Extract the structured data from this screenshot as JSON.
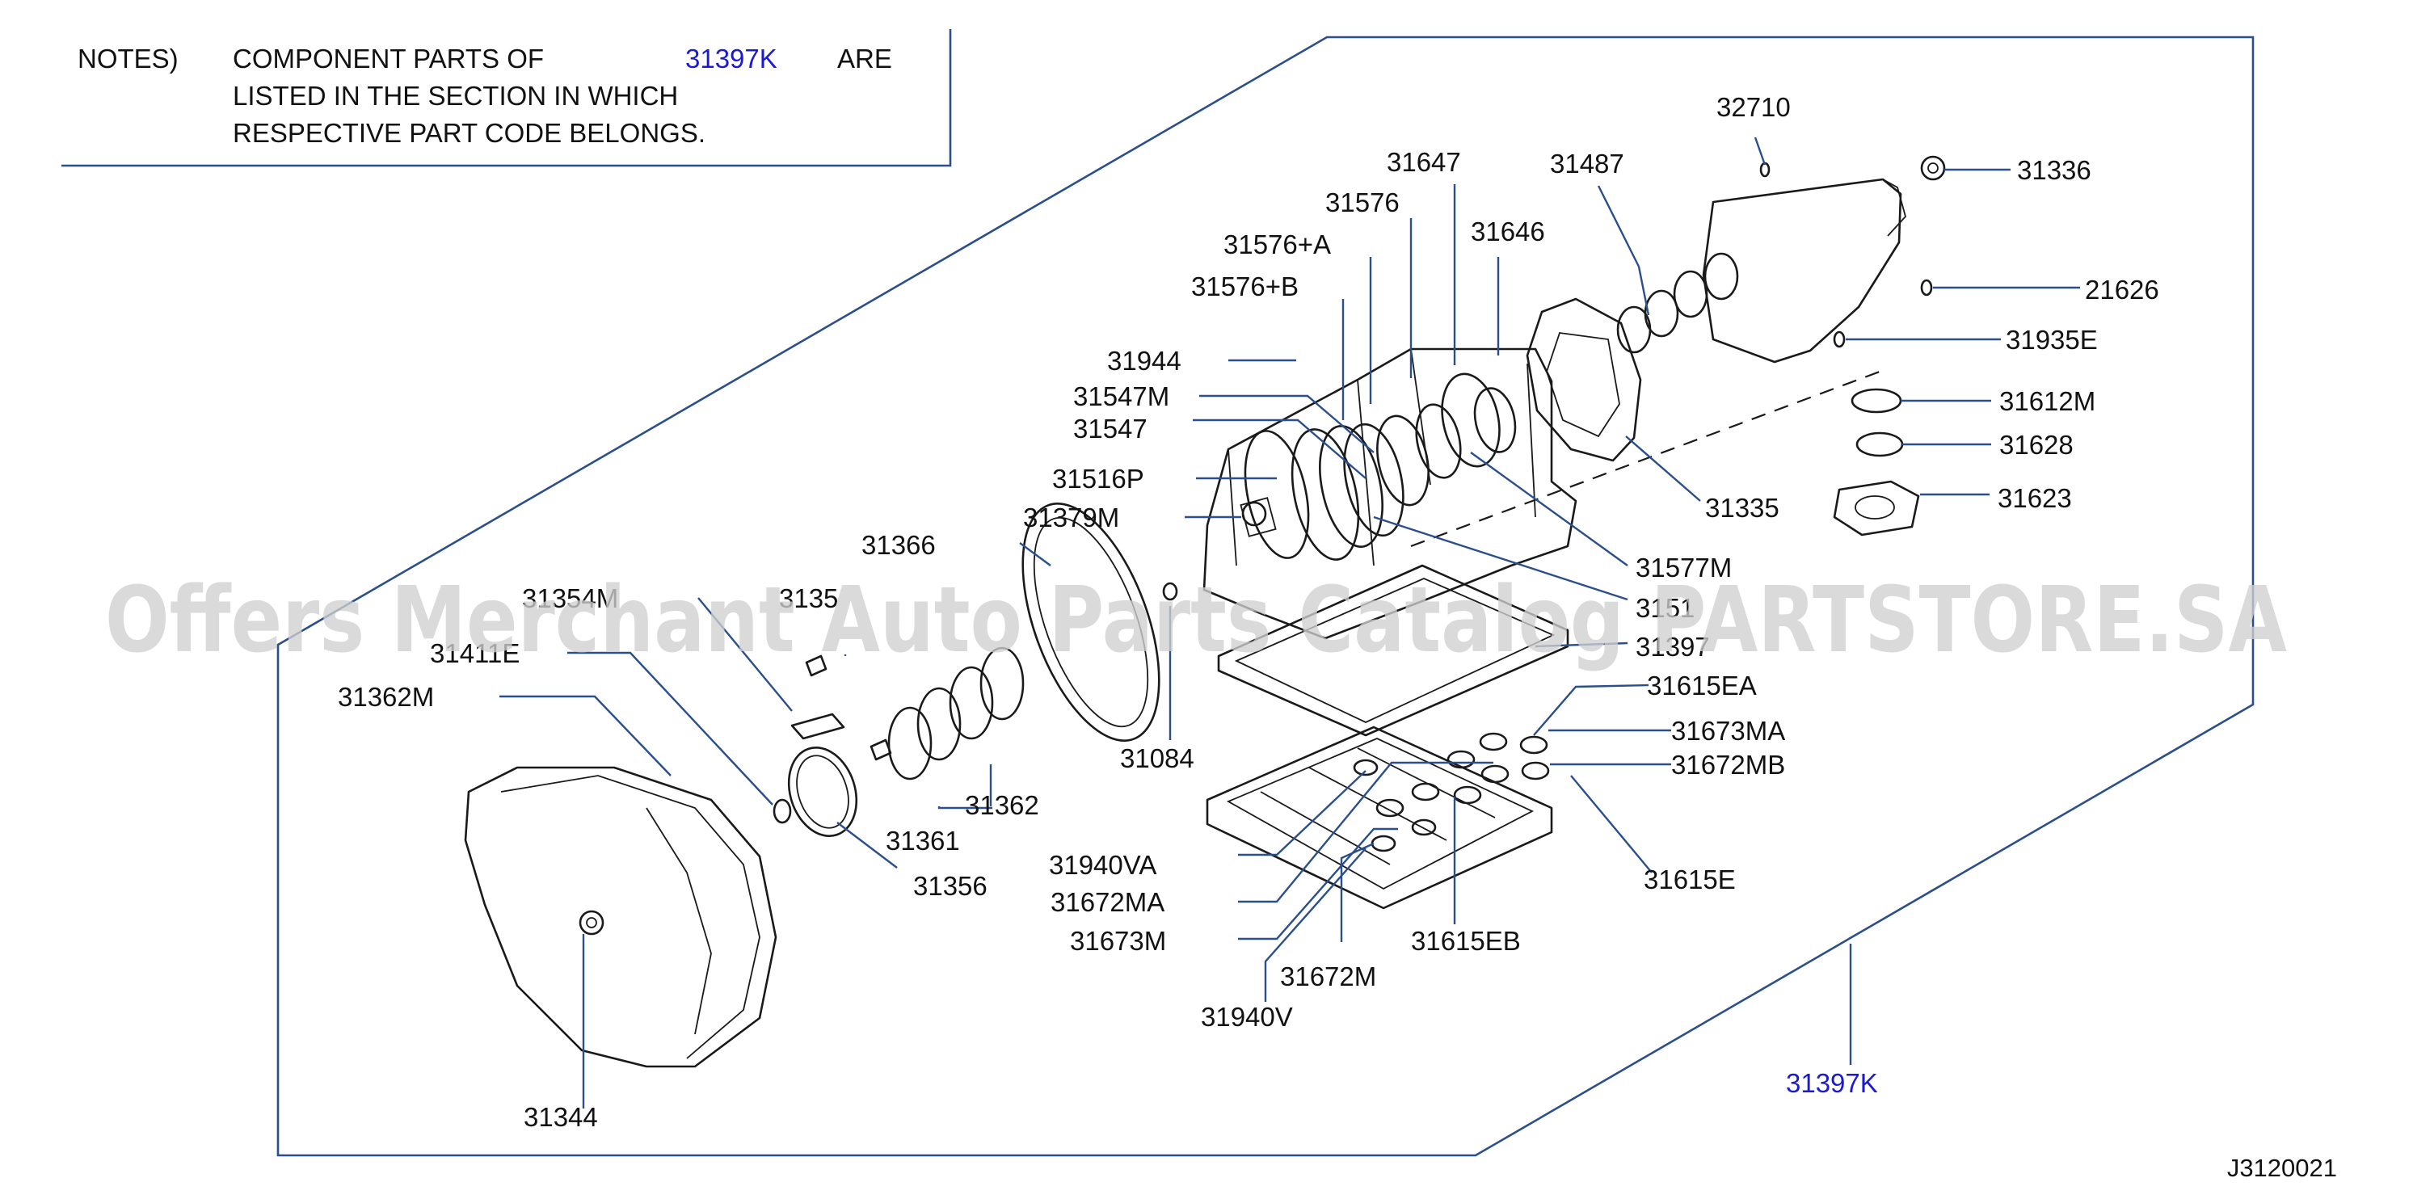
{
  "notes": {
    "label": "NOTES)",
    "line1": "COMPONENT PARTS OF",
    "kit_code": "31397K",
    "line1_end": "ARE",
    "line2": "LISTED IN THE SECTION IN WHICH",
    "line3": "RESPECTIVE PART CODE BELONGS."
  },
  "watermark": "Offers Merchant Auto Parts Catalog PARTSTORE.SA",
  "diagram_code": "J3120021",
  "colors": {
    "frame": "#2b4f8c",
    "kit_label": "#1a1ad6",
    "parts": "#1a1a1a"
  },
  "parts": {
    "p32710": "32710",
    "p31336": "31336",
    "p31487": "31487",
    "p31647": "31647",
    "p31576": "31576",
    "p31576a": "31576+A",
    "p31576b": "31576+B",
    "p31646": "31646",
    "p21626": "21626",
    "p31935e": "31935E",
    "p31944": "31944",
    "p31547m": "31547M",
    "p31547": "31547",
    "p31612m": "31612M",
    "p31628": "31628",
    "p31516p": "31516P",
    "p31335": "31335",
    "p31623": "31623",
    "p31379m": "31379M",
    "p31366": "31366",
    "p31577m": "31577M",
    "p31354m": "31354M",
    "p3135x": "3135",
    "p3151x": "3151",
    "p31411e": "31411E",
    "p31397": "31397",
    "p31362m": "31362M",
    "p31615ea": "31615EA",
    "p31673ma": "31673MA",
    "p31084": "31084",
    "p31672mb": "31672MB",
    "p31362": "31362",
    "p31361": "31361",
    "p31356": "31356",
    "p31940va": "31940VA",
    "p31615e": "31615E",
    "p31672ma": "31672MA",
    "p31673m": "31673M",
    "p31615eb": "31615EB",
    "p31672m": "31672M",
    "p31940v": "31940V",
    "p31344": "31344",
    "p31397k": "31397K"
  }
}
